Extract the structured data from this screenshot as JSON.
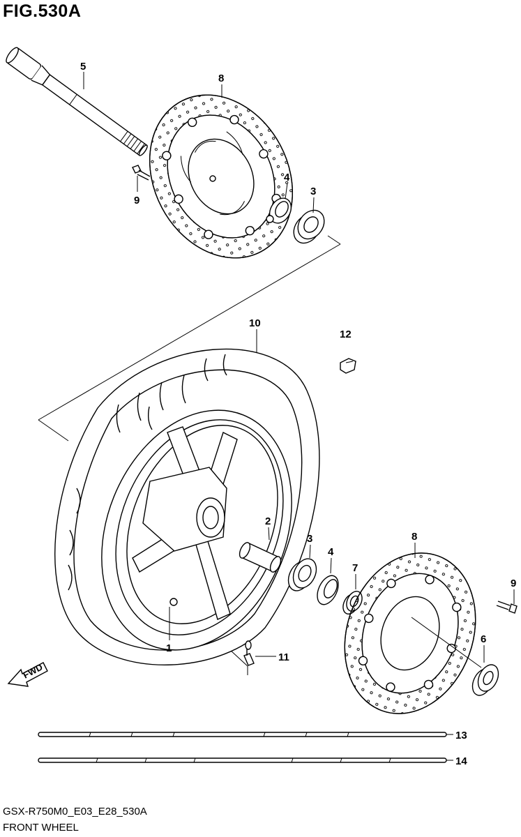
{
  "figure": {
    "title": "FIG.530A",
    "code": "GSX-R750M0_E03_E28_530A",
    "caption": "FRONT WHEEL"
  },
  "fwd_label": "FWD",
  "callouts": [
    {
      "id": "c5a",
      "label": "5"
    },
    {
      "id": "c8a",
      "label": "8"
    },
    {
      "id": "c9a",
      "label": "9"
    },
    {
      "id": "c4a",
      "label": "4"
    },
    {
      "id": "c3a",
      "label": "3"
    },
    {
      "id": "c10",
      "label": "10"
    },
    {
      "id": "c12",
      "label": "12"
    },
    {
      "id": "c2",
      "label": "2"
    },
    {
      "id": "c3b",
      "label": "3"
    },
    {
      "id": "c4b",
      "label": "4"
    },
    {
      "id": "c7",
      "label": "7"
    },
    {
      "id": "c8b",
      "label": "8"
    },
    {
      "id": "c9b",
      "label": "9"
    },
    {
      "id": "c6",
      "label": "6"
    },
    {
      "id": "c11",
      "label": "11"
    },
    {
      "id": "c1",
      "label": "1"
    },
    {
      "id": "c13",
      "label": "13"
    },
    {
      "id": "c14",
      "label": "14"
    }
  ]
}
